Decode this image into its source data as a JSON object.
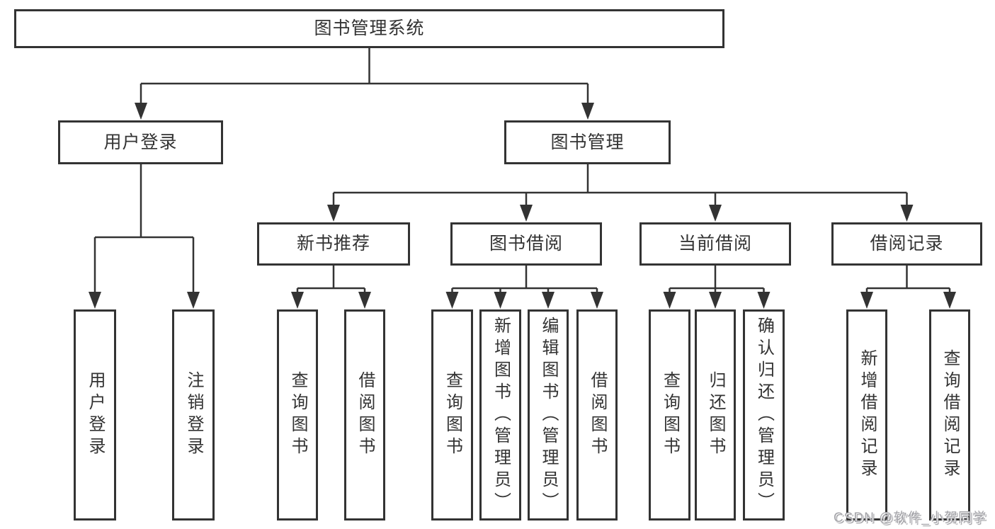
{
  "tree": {
    "label": "图书管理系统",
    "children": [
      {
        "label": "用户登录",
        "children": [
          {
            "label": "用户登录"
          },
          {
            "label": "注销登录"
          }
        ]
      },
      {
        "label": "图书管理",
        "children": [
          {
            "label": "新书推荐",
            "children": [
              {
                "label": "查询图书"
              },
              {
                "label": "借阅图书"
              }
            ]
          },
          {
            "label": "图书借阅",
            "children": [
              {
                "label": "查询图书"
              },
              {
                "label": "新增图书（管理员）"
              },
              {
                "label": "编辑图书（管理员）"
              },
              {
                "label": "借阅图书"
              }
            ]
          },
          {
            "label": "当前借阅",
            "children": [
              {
                "label": "查询图书"
              },
              {
                "label": "归还图书"
              },
              {
                "label": "确认归还（管理员）"
              }
            ]
          },
          {
            "label": "借阅记录",
            "children": [
              {
                "label": "新增借阅记录"
              },
              {
                "label": "查询借阅记录"
              }
            ]
          }
        ]
      }
    ]
  },
  "watermark": {
    "text": "CSDN @软件_小贺同学"
  },
  "colors": {
    "line": "#333333",
    "box_border": "#333333",
    "box_fill": "#ffffff",
    "text": "#333333",
    "watermark": "#a5a5aa",
    "background": "#ffffff"
  }
}
